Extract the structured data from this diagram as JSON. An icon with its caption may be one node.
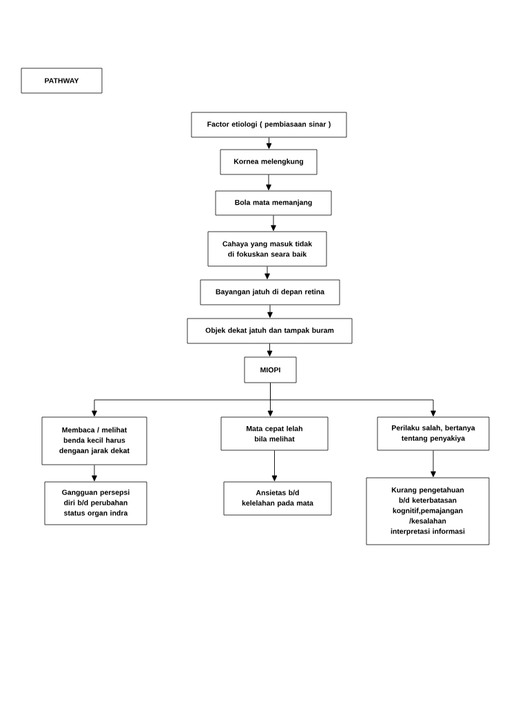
{
  "diagram": {
    "nodes": [
      {
        "text": [
          "PATHWAY"
        ]
      },
      {
        "text": [
          "Factor etiologi ( pembiasaan sinar )"
        ]
      },
      {
        "text": [
          "Kornea melengkung"
        ]
      },
      {
        "text": [
          "Bola mata memanjang"
        ]
      },
      {
        "text": [
          "Cahaya yang masuk tidak di fokuskan seara baik"
        ]
      },
      {
        "text": [
          "Bayangan jatuh di depan retina"
        ]
      },
      {
        "text": [
          "Objek dekat jatuh dan tampak buram"
        ]
      },
      {
        "text": [
          "MIOPI"
        ]
      },
      {
        "text": [
          "Membaca / melihat benda kecil harus dengaan jarak dekat"
        ]
      },
      {
        "text": [
          "Mata cepat lelah bila melihat"
        ]
      },
      {
        "text": [
          "Perilaku salah, bertanya tentang penyakiya"
        ]
      },
      {
        "text": [
          "Gangguan persepsi diri b/d perubahan status organ indra"
        ]
      },
      {
        "text": [
          "Ansietas b/d kelelahan pada mata"
        ]
      },
      {
        "text": [
          "Kurang pengetahuan b/d keterbatasan kognitif,pemajangan /kesalahan interpretasi informasi"
        ]
      }
    ],
    "edges": [
      {
        "from": 1,
        "to": 2,
        "arrow": "to"
      },
      {
        "from": 2,
        "to": 3,
        "arrow": "to"
      },
      {
        "from": 3,
        "to": 4,
        "arrow": "to"
      },
      {
        "from": 4,
        "to": 5,
        "arrow": "to"
      },
      {
        "from": 5,
        "to": 6,
        "arrow": "to"
      },
      {
        "from": 6,
        "to": 7,
        "arrow": "to"
      },
      {
        "from": 7,
        "to": 8,
        "arrow": "to"
      },
      {
        "from": 7,
        "to": 9,
        "arrow": "to"
      },
      {
        "from": 7,
        "to": 10,
        "arrow": "to"
      },
      {
        "from": 8,
        "to": 11,
        "arrow": "to"
      },
      {
        "from": 9,
        "to": 12,
        "arrow": "to"
      },
      {
        "from": 10,
        "to": 13,
        "arrow": "to"
      }
    ]
  }
}
